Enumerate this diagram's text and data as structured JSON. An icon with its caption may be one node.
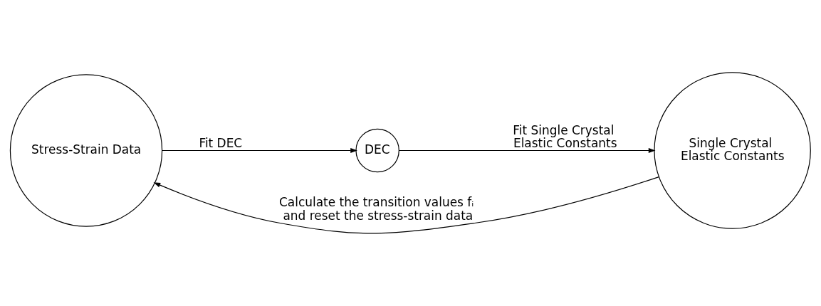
{
  "diagram": {
    "nodes": [
      {
        "text": [
          "Stress-Strain Data"
        ]
      },
      {
        "text": [
          "DEC"
        ]
      },
      {
        "text": [
          "Single Crystal Elastic Constants"
        ]
      }
    ],
    "edges": [
      {
        "from": 0,
        "to": 1,
        "arrow": "to",
        "label": "Fit DEC"
      },
      {
        "from": 1,
        "to": 2,
        "arrow": "to",
        "label": "Fit Single Crystal Elastic Constants"
      },
      {
        "from": 2,
        "to": 0,
        "arrow": "to",
        "label": "Calculate the transition values fᵢ and reset the stress-strain data"
      }
    ]
  }
}
